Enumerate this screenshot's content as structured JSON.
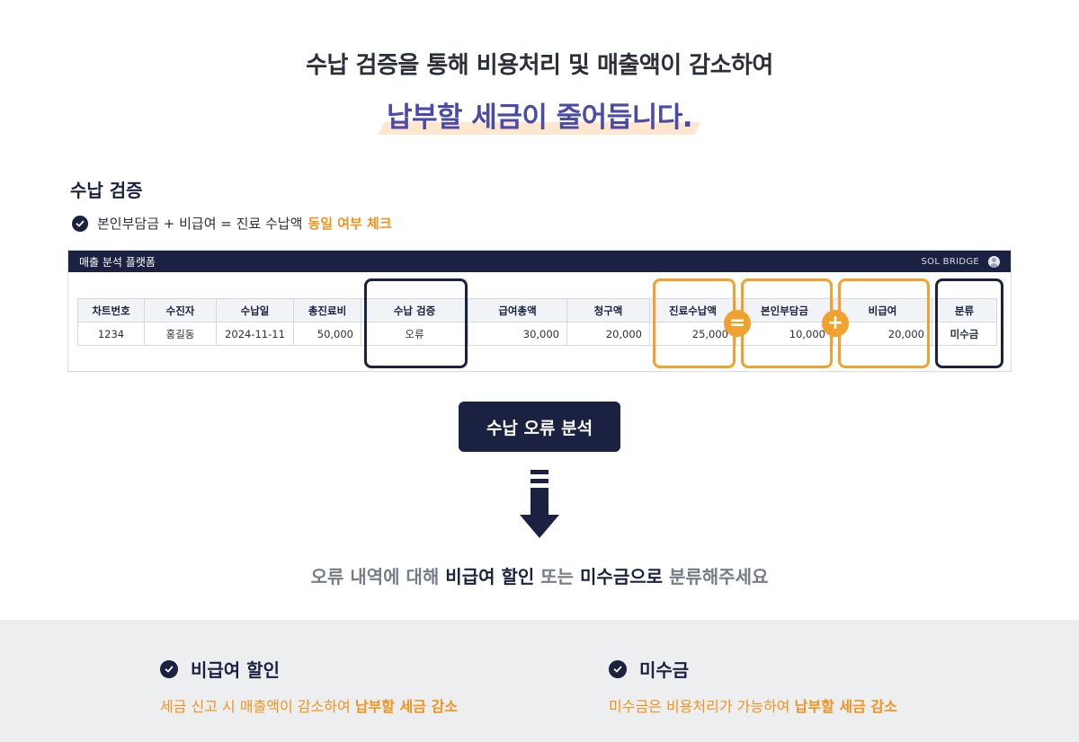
{
  "hero": {
    "line1": "수납 검증을 통해 비용처리 및 매출액이 감소하여",
    "line2": "납부할 세금이 줄어듭니다."
  },
  "section": {
    "title": "수납 검증",
    "check_text": "본인부담금 + 비급여 = 진료 수납액",
    "check_highlight": "동일 여부 체크"
  },
  "panel": {
    "title": "매출 분석 플랫폼",
    "brand": "SOL BRIDGE",
    "headers": [
      "차트번호",
      "수진자",
      "수납일",
      "총진료비",
      "수납 검증",
      "급여총액",
      "청구액",
      "진료수납액",
      "본인부담금",
      "비급여",
      "분류"
    ],
    "row": [
      "1234",
      "홍길동",
      "2024-11-11",
      "50,000",
      "오류",
      "30,000",
      "20,000",
      "25,000",
      "10,000",
      "20,000",
      "미수금"
    ],
    "op_equal": "=",
    "op_plus": "+"
  },
  "analysis_button": "수납 오류 분석",
  "conclusion": {
    "part1": "오류 내역에 대해",
    "highlight1": "비급여 할인",
    "part2": "또는",
    "highlight2": "미수금으로",
    "part3": "분류해주세요"
  },
  "features": [
    {
      "title": "비급여 할인",
      "desc": "세금 신고 시 매출액이 감소하여",
      "desc_bold": "납부할 세금 감소"
    },
    {
      "title": "미수금",
      "desc": "미수금은 비용처리가 가능하여",
      "desc_bold": "납부할 세금 감소"
    }
  ],
  "colors": {
    "navy": "#1b2140",
    "accent": "#f0a12e",
    "highlight": "#fde8cf",
    "purple": "#4a4aa8"
  }
}
